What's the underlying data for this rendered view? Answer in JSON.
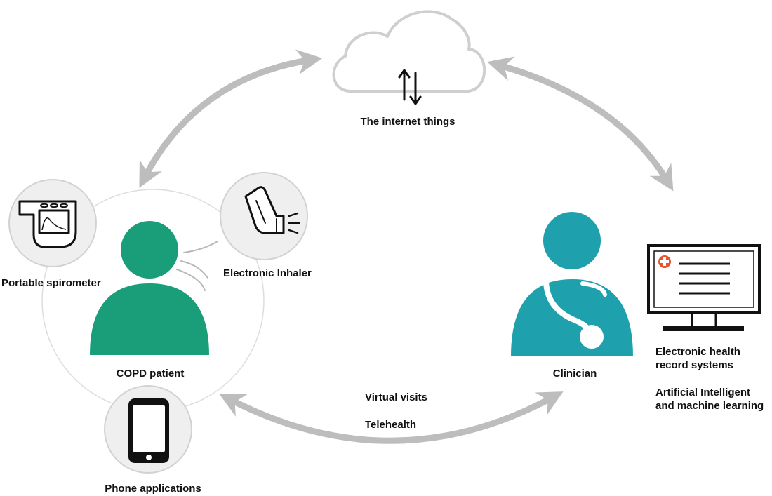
{
  "colors": {
    "patient": "#1a9e7a",
    "clinician": "#1fa0ad",
    "arrow": "#bdbdbd",
    "node_fill": "#efefef",
    "node_stroke": "#d2d2d2",
    "icon_stroke": "#111111",
    "ehr_cross": "#e8542f"
  },
  "labels": {
    "cloud": "The internet things",
    "spirometer": "Portable spirometer",
    "inhaler": "Electronic Inhaler",
    "patient": "COPD patient",
    "phone": "Phone applications",
    "clinician": "Clinician",
    "ehr_line1": "Electronic health",
    "ehr_line2": "record systems",
    "ai_line1": "Artificial Intelligent",
    "ai_line2": "and machine learning",
    "virtual": "Virtual visits",
    "telehealth": "Telehealth"
  },
  "icons": {
    "cloud": "cloud-icon",
    "sync": "up-down-arrows-icon",
    "spirometer": "spirometer-icon",
    "inhaler": "inhaler-icon",
    "phone": "smartphone-icon",
    "patient": "person-icon",
    "clinician": "doctor-stethoscope-icon",
    "ehr": "monitor-medical-record-icon"
  }
}
